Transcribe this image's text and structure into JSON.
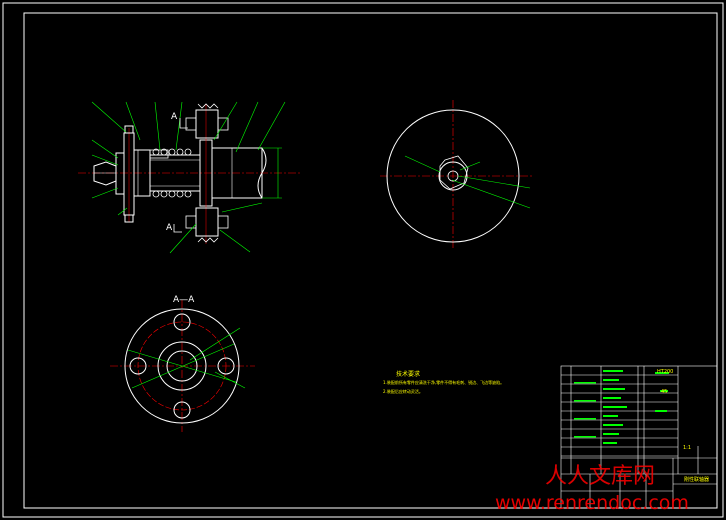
{
  "view_labels": {
    "section_a_top": "A",
    "section_a_bottom": "A",
    "section_title": "A—A"
  },
  "notes": {
    "heading": "技术要求",
    "line1": "1.装配前所有零件应清洗干净,零件不得有毛刺、锐边、飞边等缺陷。",
    "line2": "2.装配后应转动灵活。"
  },
  "title_block": {
    "drawing_name": "刚性联轴器",
    "material": "HT200",
    "scale": "1:1",
    "sheet": "45"
  },
  "watermark": {
    "cn": "人人文库网",
    "url": "www.renrendoc.com"
  },
  "colors": {
    "background": "#000000",
    "outline": "#ffffff",
    "leader": "#00ff00",
    "center": "#ff0000",
    "text": "#ffff00",
    "watermark": "#ff0000"
  }
}
